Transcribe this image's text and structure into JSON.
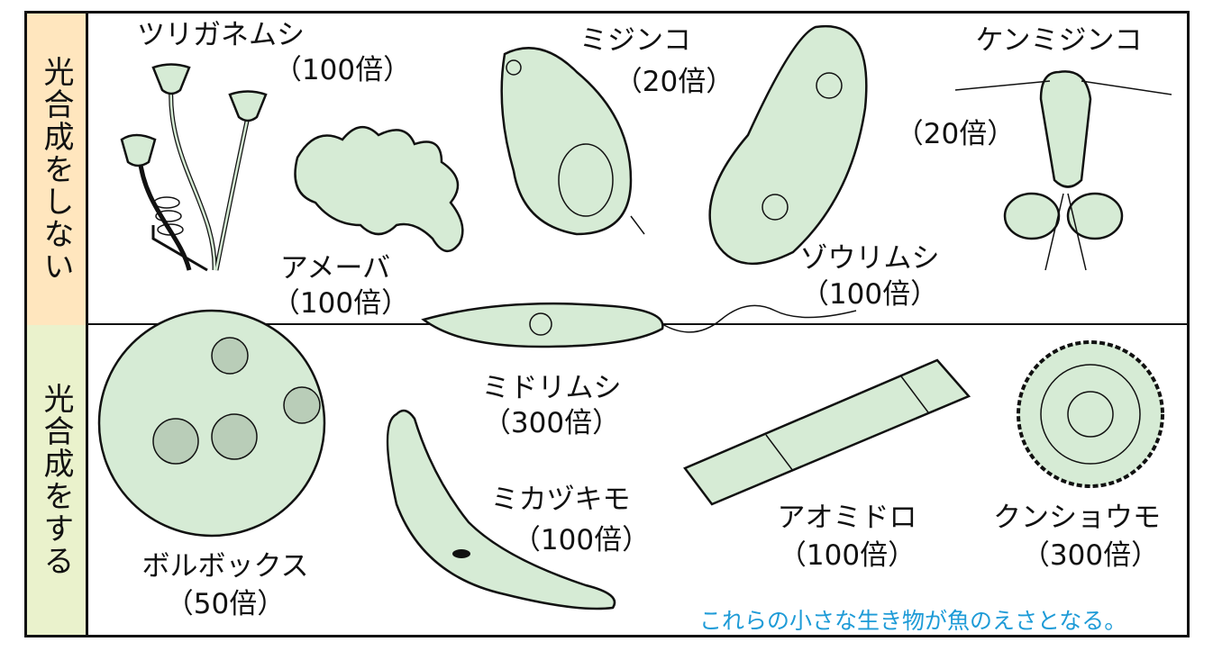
{
  "rows": {
    "no_photosynthesis": "光合成をしない",
    "photosynthesis": "光合成をする"
  },
  "organisms": {
    "tsuriganemushi": {
      "name": "ツリガネムシ",
      "mag": "（100倍）"
    },
    "amoeba": {
      "name": "アメーバ",
      "mag": "（100倍）"
    },
    "mijinko": {
      "name": "ミジンコ",
      "mag": "（20倍）"
    },
    "zourimushi": {
      "name": "ゾウリムシ",
      "mag": "（100倍）"
    },
    "kenmijinko": {
      "name": "ケンミジンコ",
      "mag": "（20倍）"
    },
    "midorimushi": {
      "name": "ミドリムシ",
      "mag": "（300倍）"
    },
    "mikazukimo": {
      "name": "ミカヅキモ",
      "mag": "（100倍）"
    },
    "volvox": {
      "name": "ボルボックス",
      "mag": "（50倍）"
    },
    "aomidoro": {
      "name": "アオミドロ",
      "mag": "（100倍）"
    },
    "kunshoumo": {
      "name": "クンショウモ",
      "mag": "（300倍）"
    }
  },
  "caption": "これらの小さな生き物が魚のえさとなる。",
  "colors": {
    "top_row": "#FFE6BE",
    "bottom_row": "#EAF2CC",
    "organism_fill": "#D6EBD5",
    "caption": "#1E9BD7"
  }
}
